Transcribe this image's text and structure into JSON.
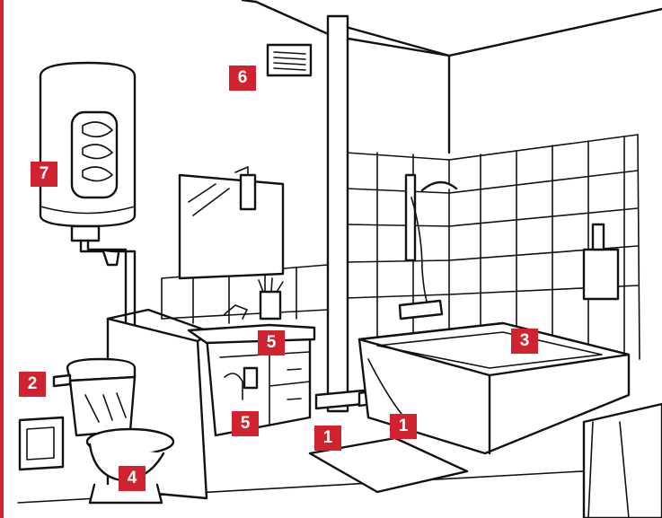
{
  "accent_color": "#d0222f",
  "line_color": "#111111",
  "markers": [
    {
      "id": "pipe-left",
      "label": "1"
    },
    {
      "id": "pipe-right",
      "label": "1"
    },
    {
      "id": "toilet-tank",
      "label": "2"
    },
    {
      "id": "bathtub",
      "label": "3"
    },
    {
      "id": "toilet",
      "label": "4"
    },
    {
      "id": "sink",
      "label": "5"
    },
    {
      "id": "sink-drain",
      "label": "5"
    },
    {
      "id": "vent",
      "label": "6"
    },
    {
      "id": "water-heater",
      "label": "7"
    }
  ]
}
